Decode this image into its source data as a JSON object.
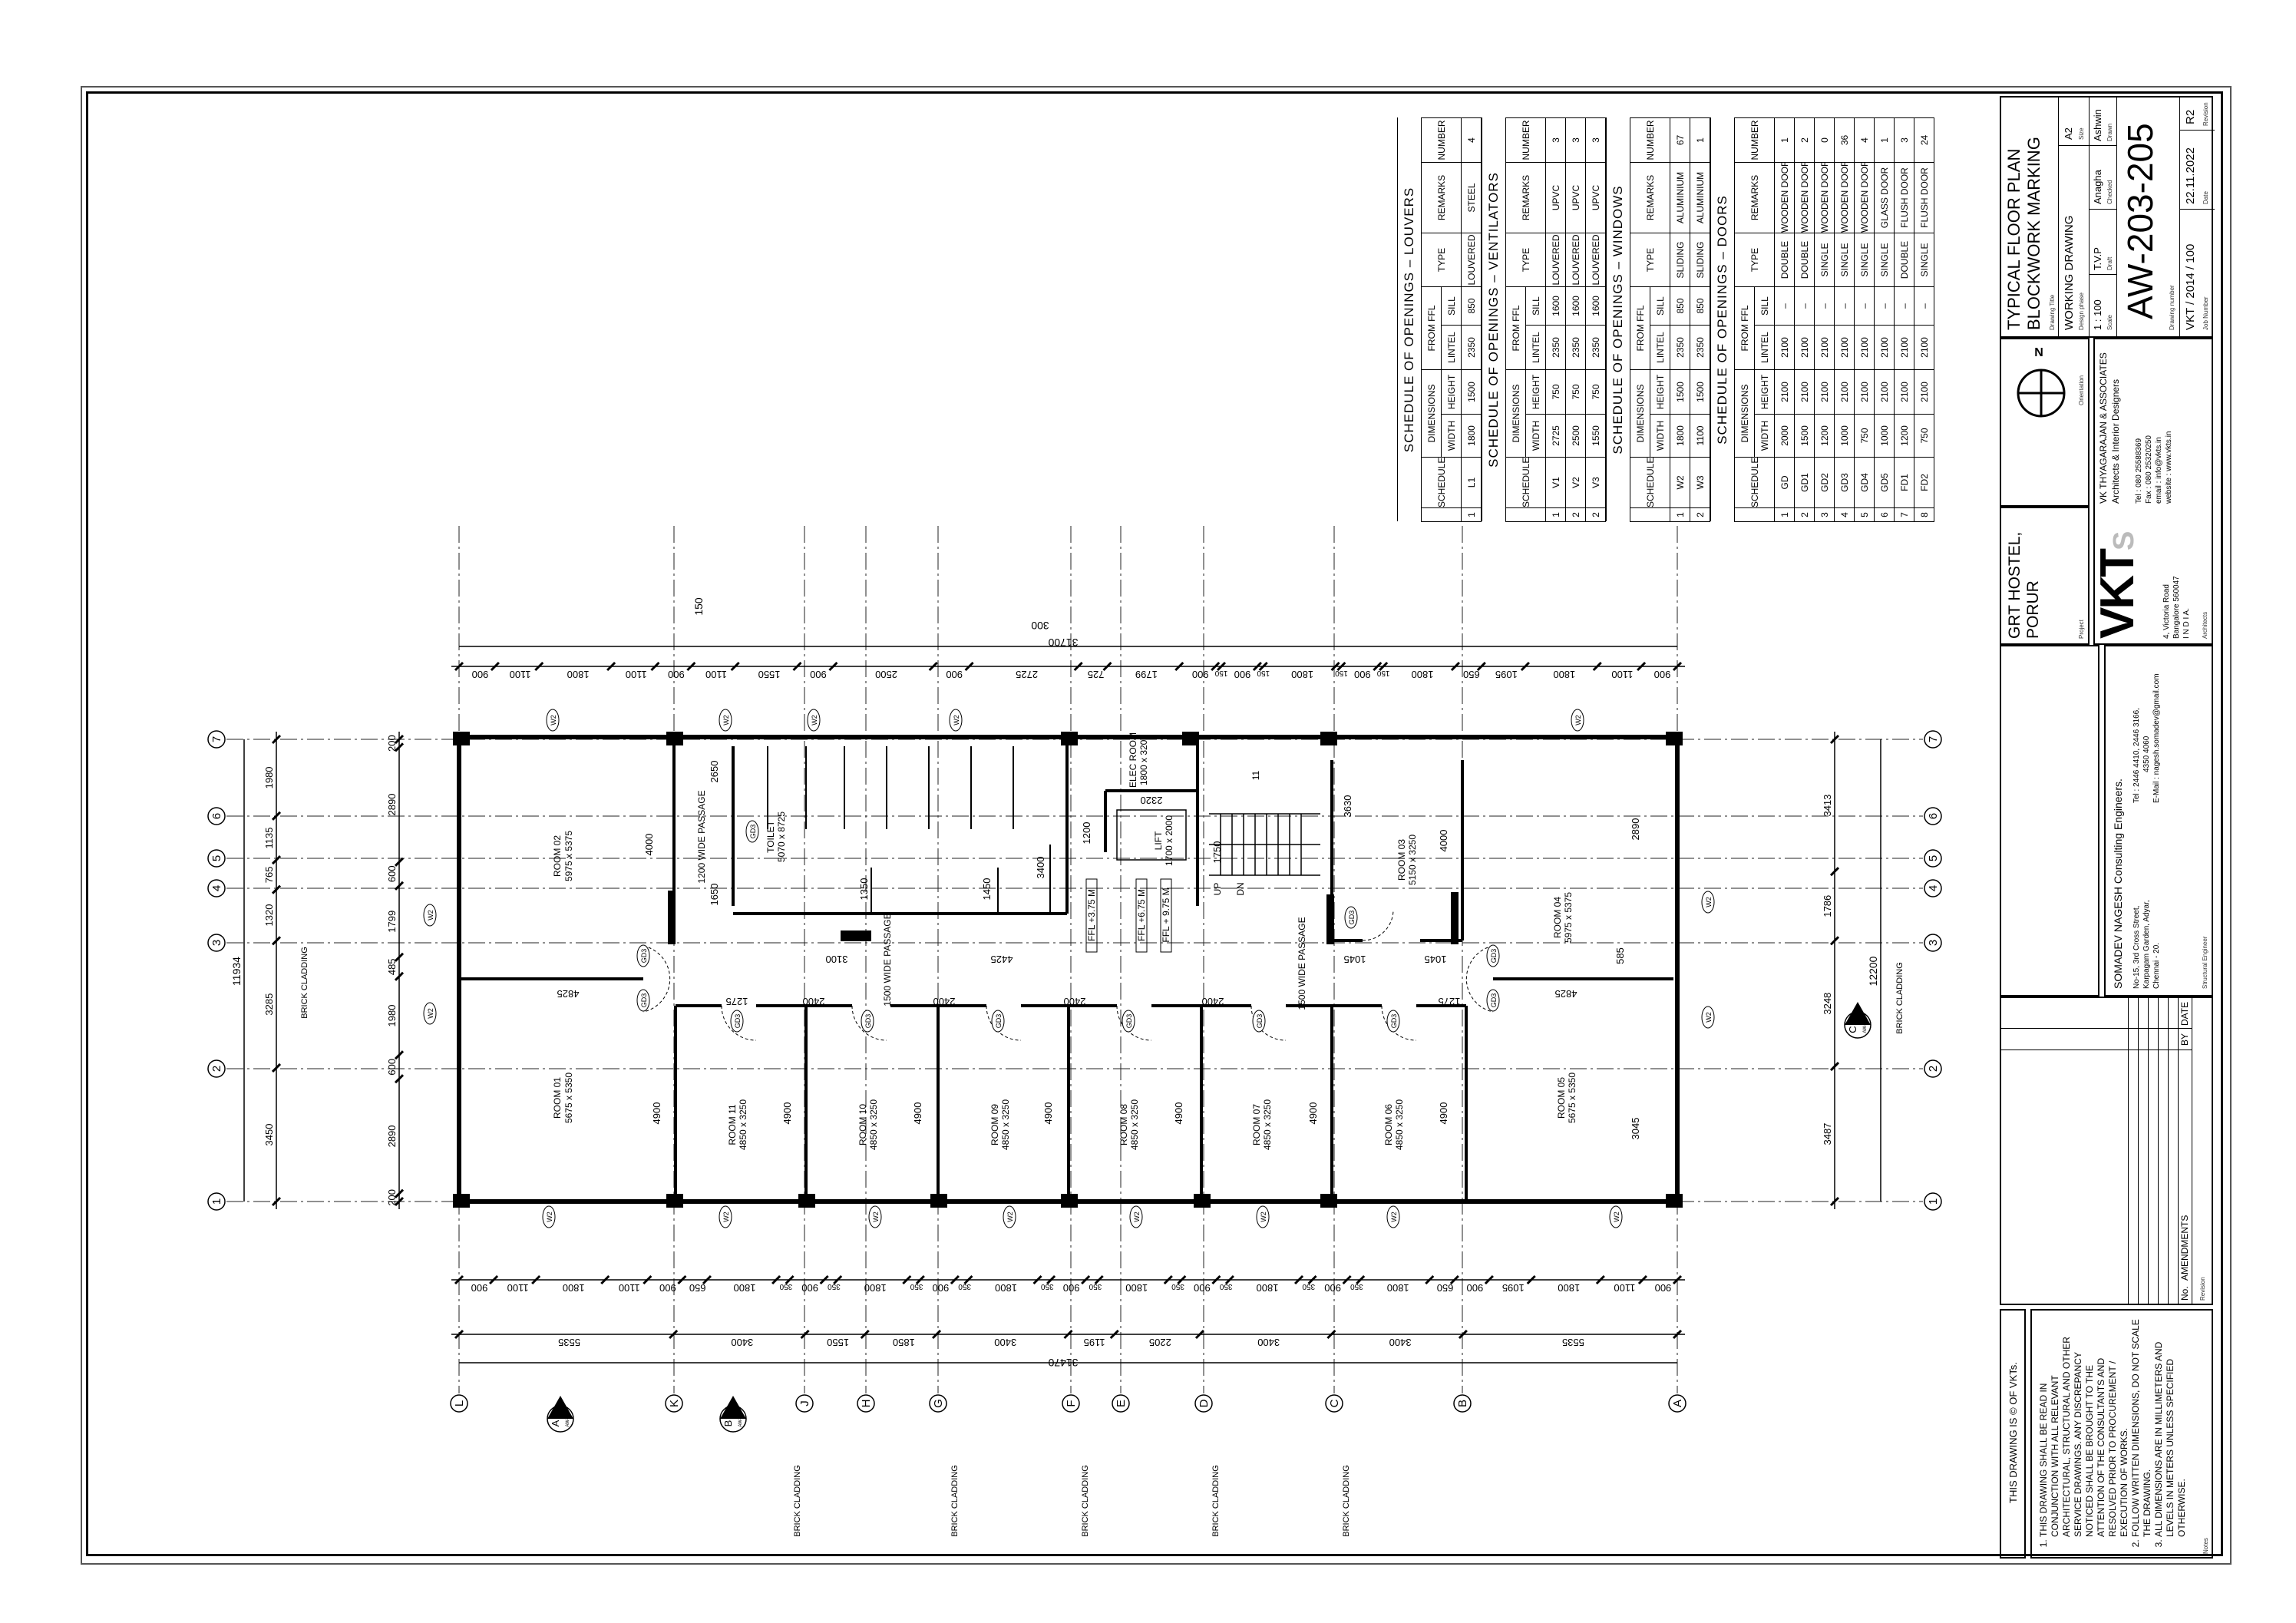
{
  "project": {
    "name": "GRT HOSTEL,",
    "location": "PORUR",
    "label": "Project"
  },
  "title_block": {
    "drawing_title_1": "TYPICAL FLOOR PLAN",
    "drawing_title_2": "BLOCKWORK MARKING",
    "drawing_title_label": "Drawing Title",
    "design_phase": "WORKING DRAWING",
    "design_phase_label": "Design phase",
    "size": "A2",
    "size_label": "Size",
    "scale": "1 : 100",
    "scale_label": "Scale",
    "draft": "T.V.P",
    "draft_label": "Draft",
    "checked": "Anagha",
    "checked_label": "Checked",
    "drawn": "Ashwin",
    "drawn_label": "Drawn",
    "drawing_number": "AW-203-205",
    "drawing_number_label": "Drawing number",
    "job_number": "VKT / 2014 / 100",
    "job_number_label": "Job Number",
    "date": "22.11.2022",
    "date_label": "Date",
    "revision": "R2",
    "revision_label": "Revision",
    "orientation_label": "Orientation",
    "north": "N"
  },
  "architect": {
    "logo": "VKT",
    "logo_s": "S",
    "name": "VK THYAGARAJAN & ASSOCIATES",
    "subtitle": "Architects & Interior Designers",
    "address": [
      "4, Victoria Road",
      "Bangalore  560047",
      "I N D I A."
    ],
    "tel": "Tel     : 080 25588369",
    "fax": "Fax     : 080 25320250",
    "email": "email   : info@vkts.in",
    "website": "website : www.vkts.in",
    "label": "Architects"
  },
  "structural": {
    "name": "SOMADEV NAGESH Consulting Engineers.",
    "address": [
      "No-15, 3rd Cross Street,",
      "Karpagam Garden, Adyar,",
      "Chennai - 20."
    ],
    "tel": "Tel    : 2446 4410, 2446 3166,",
    "tel2": "4350 4060",
    "email": "E-Mail : nagesh.somadev@gmail.com",
    "label": "Structural Engineer"
  },
  "amendments": {
    "no": "No.",
    "amendments": "AMENDMENTS",
    "by": "BY",
    "date": "DATE",
    "label": "Revision"
  },
  "copyright": "THIS DRAWING IS © OF VKTs.",
  "notes": {
    "label": "Notes",
    "items": [
      "THIS DRAWING SHALL BE READ IN CONJUNCTION WITH ALL RELEVANT ARCHITECTURAL, STRUCTURAL AND OTHER SERVICE DRAWINGS. ANY DISCREPANCY NOTICED SHALL BE BROUGHT TO THE ATTENTION OF THE CONSULTANTS AND RESOLVED PRIOR TO PROCUREMENT / EXECUTION OF WORKS.",
      "FOLLOW WRITTEN DIMENSIONS, DO NOT SCALE THE DRAWING.",
      "ALL DIMENSIONS ARE IN MILLIMETERS AND LEVELS IN METERS UNLESS SPECIFIED OTHERWISE."
    ]
  },
  "schedules": [
    {
      "title": "SCHEDULE  OF  OPENINGS  –  LOUVERS",
      "headers": [
        "SCHEDULE",
        "DIMENSIONS",
        "FROM  FFL",
        "TYPE",
        "REMARKS",
        "NUMBER"
      ],
      "subheaders": [
        "WIDTH",
        "HEIGHT",
        "LINTEL",
        "SILL"
      ],
      "rows": [
        [
          "1",
          "L1",
          "1800",
          "1500",
          "2350",
          "850",
          "LOUVERED",
          "STEEL",
          "4"
        ]
      ]
    },
    {
      "title": "SCHEDULE  OF  OPENINGS  –  VENTILATORS",
      "headers": [
        "SCHEDULE",
        "DIMENSIONS",
        "FROM  FFL",
        "TYPE",
        "REMARKS",
        "NUMBER"
      ],
      "subheaders": [
        "WIDTH",
        "HEIGHT",
        "LINTEL",
        "SILL"
      ],
      "rows": [
        [
          "1",
          "V1",
          "2725",
          "750",
          "2350",
          "1600",
          "LOUVERED",
          "UPVC",
          "3"
        ],
        [
          "2",
          "V2",
          "2500",
          "750",
          "2350",
          "1600",
          "LOUVERED",
          "UPVC",
          "3"
        ],
        [
          "2",
          "V3",
          "1550",
          "750",
          "2350",
          "1600",
          "LOUVERED",
          "UPVC",
          "3"
        ]
      ]
    },
    {
      "title": "SCHEDULE  OF  OPENINGS  –  WINDOWS",
      "headers": [
        "SCHEDULE",
        "DIMENSIONS",
        "FROM  FFL",
        "TYPE",
        "REMARKS",
        "NUMBER"
      ],
      "subheaders": [
        "WIDTH",
        "HEIGHT",
        "LINTEL",
        "SILL"
      ],
      "rows": [
        [
          "1",
          "W2",
          "1800",
          "1500",
          "2350",
          "850",
          "SLIDING",
          "ALUMINIUM",
          "67"
        ],
        [
          "2",
          "W3",
          "1100",
          "1500",
          "2350",
          "850",
          "SLIDING",
          "ALUMINIUM",
          "1"
        ]
      ]
    },
    {
      "title": "SCHEDULE  OF  OPENINGS  –  DOORS",
      "headers": [
        "SCHEDULE",
        "DIMENSIONS",
        "FROM  FFL",
        "TYPE",
        "REMARKS",
        "NUMBER"
      ],
      "subheaders": [
        "WIDTH",
        "HEIGHT",
        "LINTEL",
        "SILL"
      ],
      "rows": [
        [
          "1",
          "GD",
          "2000",
          "2100",
          "2100",
          "–",
          "DOUBLE",
          "WOODEN  DOOR",
          "1"
        ],
        [
          "2",
          "GD1",
          "1500",
          "2100",
          "2100",
          "–",
          "DOUBLE",
          "WOODEN  DOOR",
          "2"
        ],
        [
          "3",
          "GD2",
          "1200",
          "2100",
          "2100",
          "–",
          "SINGLE",
          "WOODEN  DOOR",
          "0"
        ],
        [
          "4",
          "GD3",
          "1000",
          "2100",
          "2100",
          "–",
          "SINGLE",
          "WOODEN  DOOR",
          "36"
        ],
        [
          "5",
          "GD4",
          "750",
          "2100",
          "2100",
          "–",
          "SINGLE",
          "WOODEN  DOOR",
          "4"
        ],
        [
          "6",
          "GD5",
          "1000",
          "2100",
          "2100",
          "–",
          "SINGLE",
          "GLASS  DOOR",
          "1"
        ],
        [
          "7",
          "FD1",
          "1200",
          "2100",
          "2100",
          "–",
          "DOUBLE",
          "FLUSH  DOOR",
          "3"
        ],
        [
          "8",
          "FD2",
          "750",
          "2100",
          "2100",
          "–",
          "SINGLE",
          "FLUSH  DOOR",
          "24"
        ]
      ]
    }
  ],
  "plan": {
    "rooms": [
      {
        "name": "ROOM 02",
        "size": "5975 x 5375"
      },
      {
        "name": "ROOM 01",
        "size": "5675 x 5350"
      },
      {
        "name": "ROOM 11",
        "size": "4850 x 3250"
      },
      {
        "name": "ROOM 10",
        "size": "4850 x 3250"
      },
      {
        "name": "ROOM 09",
        "size": "4850 x 3250"
      },
      {
        "name": "ROOM 08",
        "size": "4850 x 3250"
      },
      {
        "name": "ROOM 07",
        "size": "4850 x 3250"
      },
      {
        "name": "ROOM 06",
        "size": "4850 x 3250"
      },
      {
        "name": "ROOM 05",
        "size": "5675 x 5350"
      },
      {
        "name": "ROOM 04",
        "size": "5975 x 5375"
      },
      {
        "name": "ROOM 03",
        "size": "5150 x 3250"
      },
      {
        "name": "TOILET",
        "size": "5070 x 8725"
      },
      {
        "name": "LIFT",
        "size": "1700 x 2000"
      },
      {
        "name": "ELEC ROOM",
        "size": "1800 x 3200"
      }
    ],
    "passages": [
      "1200 WIDE PASSAGE",
      "1500 WIDE PASSAGE",
      "1500 WIDE PASSAGE"
    ],
    "levels": [
      "FFL  +3.75 M",
      "FFL  +6.75 M",
      "FFL + 9.75 M"
    ],
    "cladding": "BRICK CLADDING",
    "stair": {
      "up": "UP",
      "dn": "DN",
      "steps": "11"
    },
    "door_tag": "GD3",
    "window_tag": "W2",
    "row_grid": [
      "1",
      "2",
      "3",
      "4",
      "5",
      "6",
      "7"
    ],
    "col_grid": [
      "L",
      "K",
      "J",
      "H",
      "G",
      "F",
      "E",
      "D",
      "C",
      "B",
      "A"
    ],
    "sections": [
      {
        "id": "A",
        "ref": "AW-301"
      },
      {
        "id": "B",
        "ref": "AW-301"
      },
      {
        "id": "C",
        "ref": "AW-301"
      }
    ],
    "dims": {
      "top_chain": [
        "900",
        "1100",
        "1800",
        "1100",
        "900",
        "1100",
        "1550",
        "900",
        "2500",
        "900",
        "2725",
        "725",
        "1799",
        "900",
        "150",
        "900",
        "150",
        "1800",
        "150",
        "900",
        "150",
        "1800",
        "650",
        "1095",
        "1800",
        "1100",
        "900"
      ],
      "top_total": "31700",
      "top_extra": [
        "150",
        "300"
      ],
      "bottom_chain": [
        "900",
        "1100",
        "1800",
        "1100",
        "900",
        "650",
        "1800",
        "350",
        "900",
        "350",
        "1800",
        "350",
        "900",
        "350",
        "1800",
        "350",
        "900",
        "350",
        "1800",
        "350",
        "900",
        "350",
        "1800",
        "350",
        "900",
        "350",
        "1800",
        "650",
        "900",
        "1095",
        "1800",
        "1100",
        "900"
      ],
      "bottom_grid": [
        "5535",
        "3400",
        "1550",
        "1850",
        "3400",
        "1195",
        "2205",
        "3400",
        "3400",
        "5535"
      ],
      "bottom_total": "31470",
      "left_grid": [
        "3450",
        "3285",
        "1320",
        "765",
        "1135",
        "1980"
      ],
      "left_total": "11934",
      "left_inner": [
        "200",
        "2890",
        "600",
        "1980",
        "485",
        "1799",
        "600",
        "2890",
        "200"
      ],
      "right_grid": [
        "3487",
        "3248",
        "1786",
        "3413"
      ],
      "right_total": "12200",
      "internal": [
        "4000",
        "4900",
        "4900",
        "4900",
        "4900",
        "4900",
        "4900",
        "4900",
        "4825",
        "4825",
        "3100",
        "4425",
        "2650",
        "1650",
        "1350",
        "1450",
        "3400",
        "1200",
        "2320",
        "1750",
        "3630",
        "4000",
        "2890",
        "3045",
        "1275",
        "1275",
        "2400",
        "2400",
        "2400",
        "2400",
        "1045",
        "1045",
        "585"
      ]
    }
  }
}
